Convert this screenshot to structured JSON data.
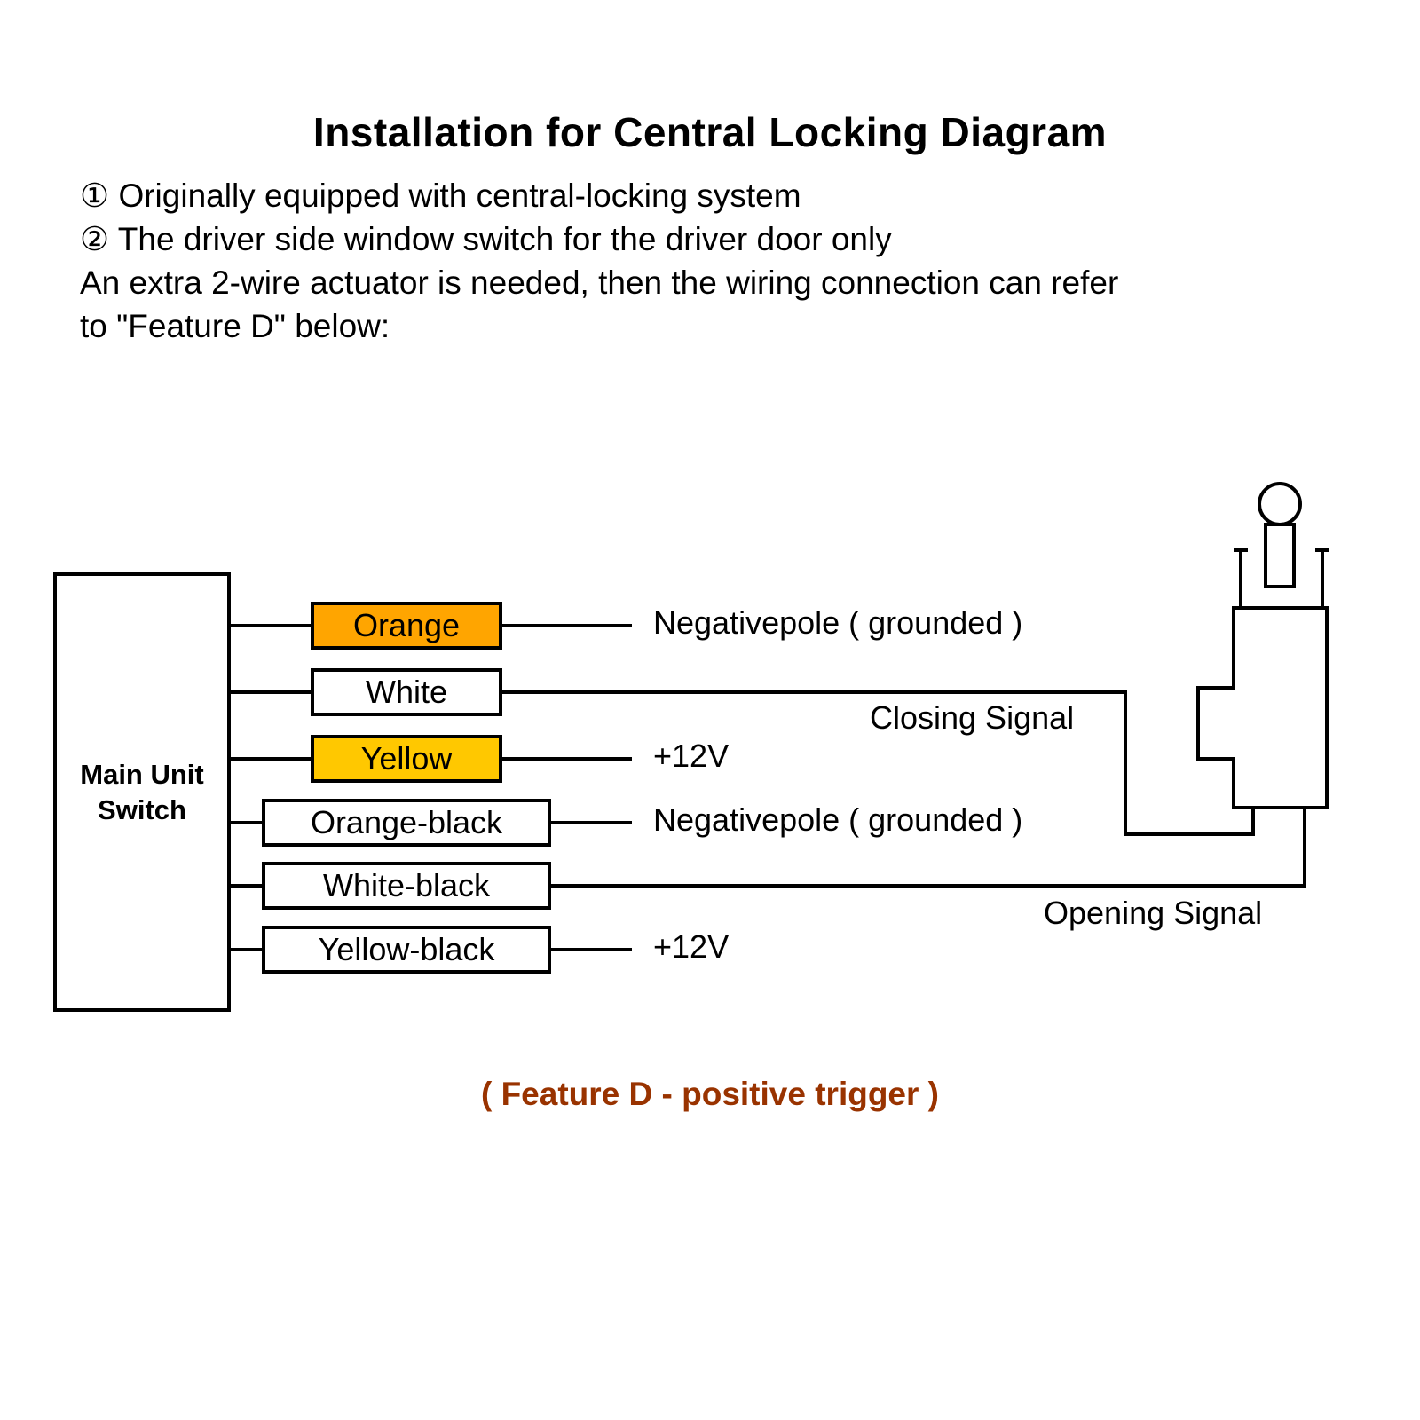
{
  "title": "Installation for Central Locking Diagram",
  "notes": {
    "line1": "① Originally equipped with central-locking system",
    "line2": "② The driver side window switch for the driver door only",
    "line3": "An extra 2-wire actuator is needed, then the wiring connection can refer",
    "line4": "to \"Feature D\" below:"
  },
  "main_unit": {
    "line1": "Main Unit",
    "line2": "Switch"
  },
  "wires": [
    {
      "name": "Orange",
      "fill": "#FFA500",
      "annotation": "Negativepole ( grounded )"
    },
    {
      "name": "White",
      "fill": "#FFFFFF",
      "annotation": "Closing Signal"
    },
    {
      "name": "Yellow",
      "fill": "#FFC800",
      "annotation": "+12V"
    },
    {
      "name": "Orange-black",
      "fill": "#FFFFFF",
      "annotation": "Negativepole ( grounded )"
    },
    {
      "name": "White-black",
      "fill": "#FFFFFF",
      "annotation": "Opening Signal"
    },
    {
      "name": "Yellow-black",
      "fill": "#FFFFFF",
      "annotation": "+12V"
    }
  ],
  "caption": {
    "text": "( Feature D - positive trigger )",
    "color": "#993300"
  },
  "colors": {
    "line": "#000000"
  }
}
